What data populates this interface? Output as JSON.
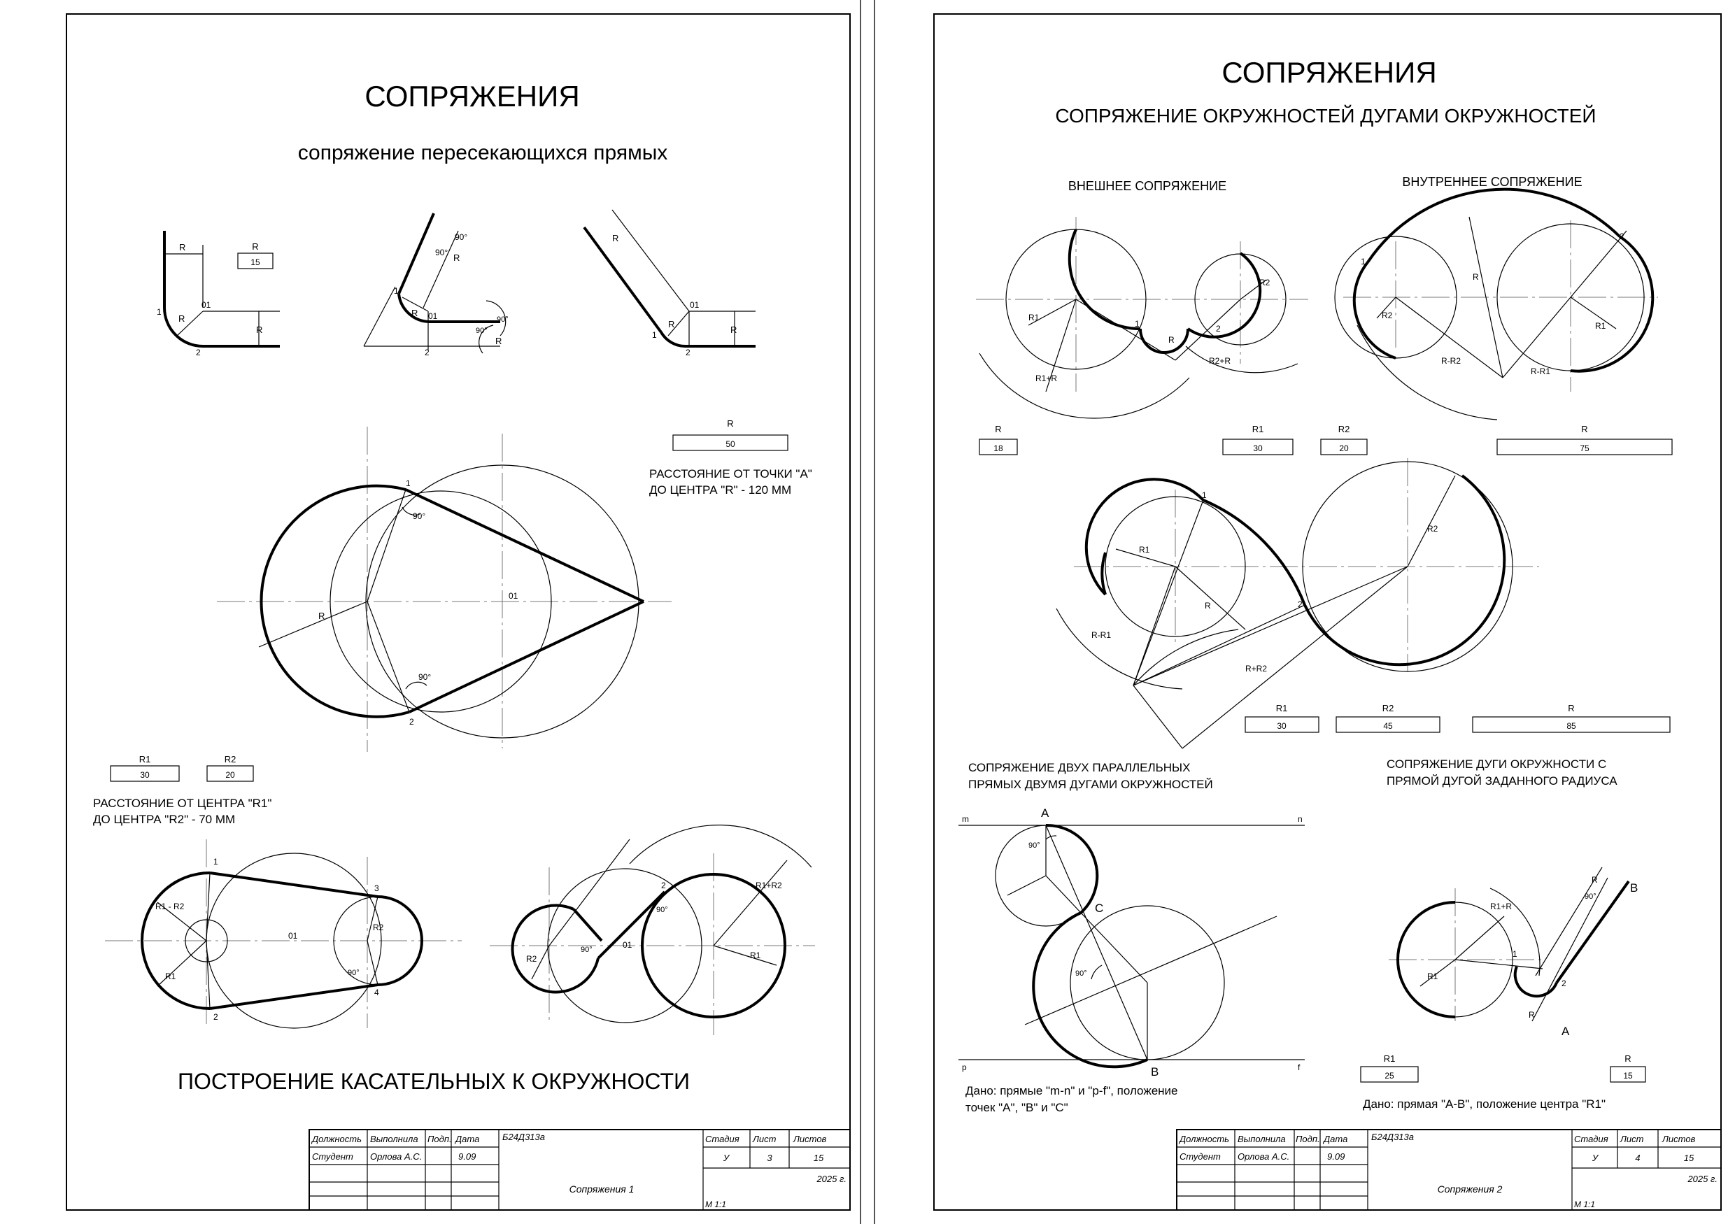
{
  "sheet1": {
    "title": "СОПРЯЖЕНИЯ",
    "subtitle": "сопряжение пересекающихся прямых",
    "bottom_title": "ПОСТРОЕНИЕ КАСАТЕЛЬНЫХ К ОКРУЖНОСТИ",
    "note_a": [
      "РАССТОЯНИЕ ОТ ТОЧКИ \"А\"",
      "ДО ЦЕНТРА \"R\" - 120 ММ"
    ],
    "note_b": [
      "РАССТОЯНИЕ ОТ ЦЕНТРА \"R1\"",
      "ДО ЦЕНТРА \"R2\" - 70 ММ"
    ],
    "dims": [
      {
        "label": "R",
        "value": "15"
      },
      {
        "label": "R",
        "value": "50"
      },
      {
        "label": "R1",
        "value": "30"
      },
      {
        "label": "R2",
        "value": "20"
      }
    ],
    "marks": {
      "p1": "1",
      "p2": "2",
      "p3": "3",
      "p4": "4",
      "o1": "01",
      "r": "R",
      "r1": "R1",
      "r2": "R2",
      "r1r2": "R1 - R2",
      "r1pr2": "R1+R2",
      "deg90": "90°"
    }
  },
  "sheet2": {
    "title": "СОПРЯЖЕНИЯ",
    "subtitle": "СОПРЯЖЕНИЕ ОКРУЖНОСТЕЙ ДУГАМИ ОКРУЖНОСТЕЙ",
    "ext_title": "ВНЕШНЕЕ СОПРЯЖЕНИЕ",
    "int_title": "ВНУТРЕННЕЕ СОПРЯЖЕНИЕ",
    "par_title": [
      "СОПРЯЖЕНИЕ ДВУХ ПАРАЛЛЕЛЬНЫХ",
      "ПРЯМЫХ ДВУМЯ ДУГАМИ ОКРУЖНОСТЕЙ"
    ],
    "arc_title": [
      "СОПРЯЖЕНИЕ ДУГИ ОКРУЖНОСТИ С",
      "ПРЯМОЙ ДУГОЙ ЗАДАННОГО РАДИУСА"
    ],
    "given_par": [
      "Дано: прямые \"m-n\" и \"p-f\", положение",
      "точек \"А\", \"В\" и \"С\""
    ],
    "given_arc": "Дано: прямая \"А-В\", положение центра \"R1\"",
    "dims_row1": [
      {
        "label": "R",
        "value": "18"
      },
      {
        "label": "R1",
        "value": "30"
      },
      {
        "label": "R2",
        "value": "20"
      },
      {
        "label": "R",
        "value": "75"
      }
    ],
    "dims_row2": [
      {
        "label": "R1",
        "value": "30"
      },
      {
        "label": "R2",
        "value": "45"
      },
      {
        "label": "R",
        "value": "85"
      }
    ],
    "dims_row3": [
      {
        "label": "R1",
        "value": "25"
      },
      {
        "label": "R",
        "value": "15"
      }
    ],
    "marks": {
      "m": "m",
      "n": "n",
      "p": "p",
      "f": "f",
      "A": "A",
      "B": "B",
      "C": "C",
      "p1": "1",
      "p2": "2",
      "r": "R",
      "r1": "R1",
      "r2": "R2",
      "r1r": "R1+R",
      "r2r": "R2+R",
      "rr1": "R-R1",
      "rr2": "R-R2",
      "r1r2": "R+R2",
      "deg90": "90°"
    }
  },
  "stamp1": {
    "headers": [
      "Должность",
      "Выполнила",
      "Подп.",
      "Дата"
    ],
    "row": [
      "Студент",
      "Орлова А.С.",
      "",
      "9.09"
    ],
    "code": "Б24Д313а",
    "name": "Сопряжения 1",
    "stage_headers": [
      "Стадия",
      "Лист",
      "Листов"
    ],
    "stage_values": [
      "У",
      "3",
      "15"
    ],
    "year": "2025 г.",
    "scale": "М 1:1"
  },
  "stamp2": {
    "headers": [
      "Должность",
      "Выполнила",
      "Подп.",
      "Дата"
    ],
    "row": [
      "Студент",
      "Орлова А.С.",
      "",
      "9.09"
    ],
    "code": "Б24Д313а",
    "name": "Сопряжения 2",
    "stage_headers": [
      "Стадия",
      "Лист",
      "Листов"
    ],
    "stage_values": [
      "У",
      "4",
      "15"
    ],
    "year": "2025 г.",
    "scale": "М 1:1"
  }
}
